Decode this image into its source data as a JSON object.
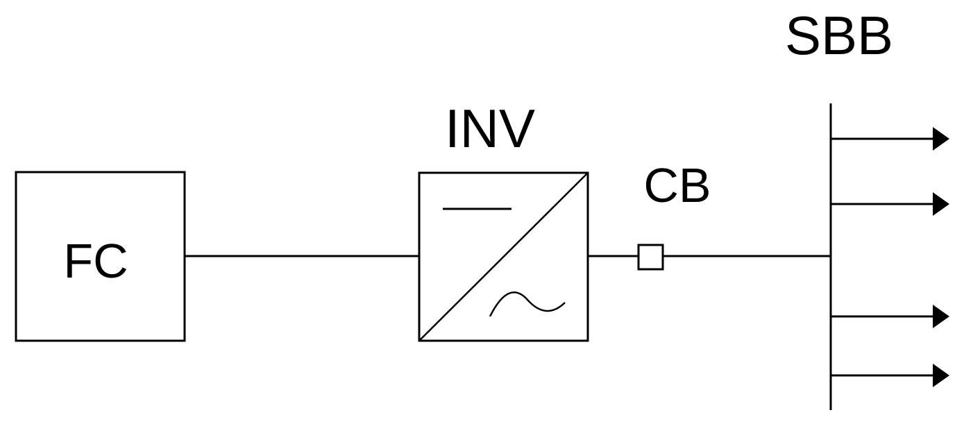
{
  "colors": {
    "stroke": "#000000",
    "background": "#ffffff"
  },
  "labels": {
    "fc": "FC",
    "inv": "INV",
    "cb": "CB",
    "sbb": "SBB"
  },
  "bus": {
    "outgoing_feeders": 4
  }
}
